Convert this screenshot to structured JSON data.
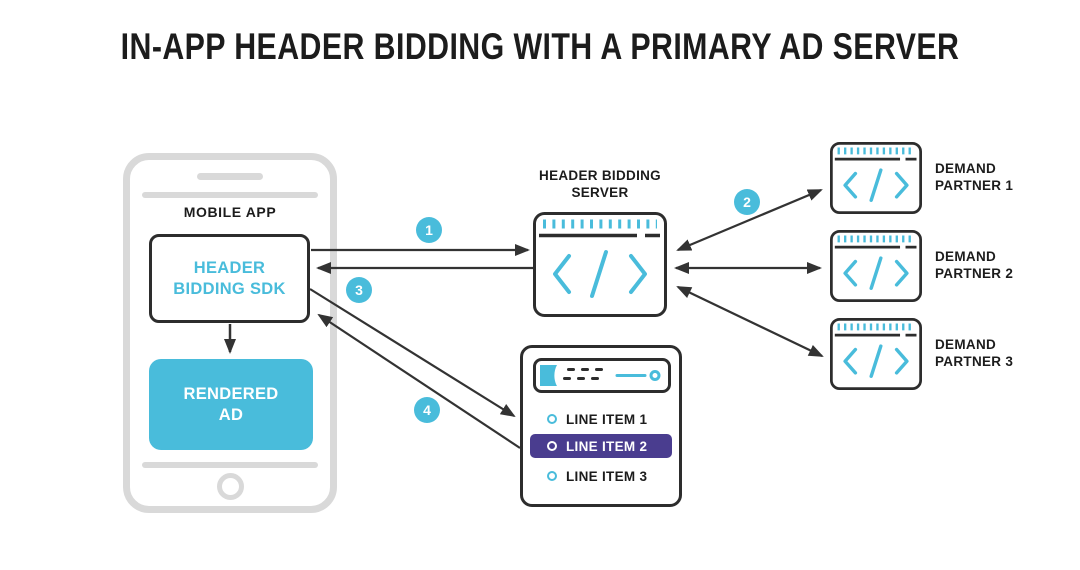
{
  "title": "IN-APP HEADER BIDDING WITH A PRIMARY AD SERVER",
  "colors": {
    "cyan": "#49bcdb",
    "purple": "#4a3d8f",
    "dark": "#2d2d2d",
    "gray": "#d9d9d9",
    "ink": "#1c1c1c"
  },
  "phone": {
    "app_label": "MOBILE APP",
    "sdk_label": "HEADER BIDDING SDK",
    "rendered_ad_label": "RENDERED AD"
  },
  "header_bidding_server": {
    "label": "HEADER BIDDING SERVER"
  },
  "demand_partners": [
    {
      "label": "DEMAND PARTNER 1"
    },
    {
      "label": "DEMAND PARTNER 2"
    },
    {
      "label": "DEMAND PARTNER 3"
    }
  ],
  "primary_ad_server": {
    "line_items": [
      {
        "label": "LINE ITEM 1",
        "highlighted": false
      },
      {
        "label": "LINE ITEM 2",
        "highlighted": true
      },
      {
        "label": "LINE ITEM 3",
        "highlighted": false
      }
    ]
  },
  "flow_steps": [
    {
      "number": "1"
    },
    {
      "number": "2"
    },
    {
      "number": "3"
    },
    {
      "number": "4"
    }
  ]
}
